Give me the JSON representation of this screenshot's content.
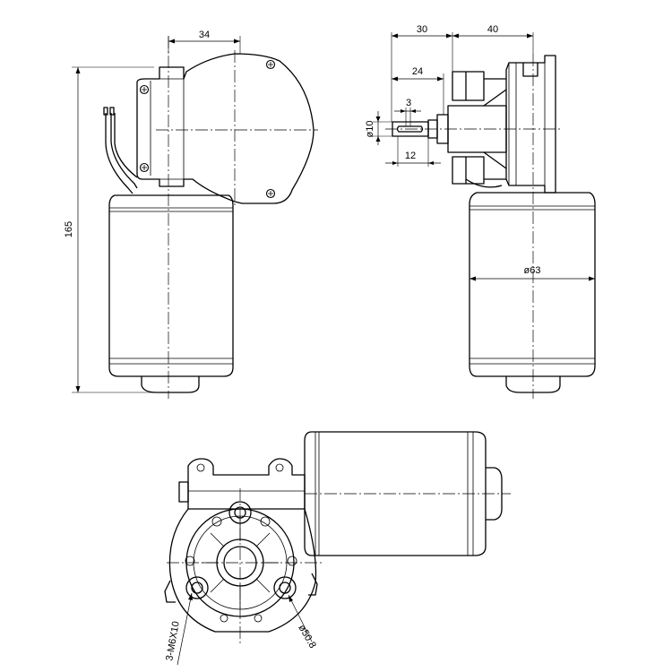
{
  "dimensions": {
    "top_width": "34",
    "total_height": "165",
    "side_30": "30",
    "side_40": "40",
    "side_24": "24",
    "key_width": "3",
    "shaft_dia": "ø10",
    "shaft_len": "12",
    "motor_dia": "ø63",
    "bolt_circle": "ø50.8",
    "thread_spec": "3-M6X10"
  }
}
